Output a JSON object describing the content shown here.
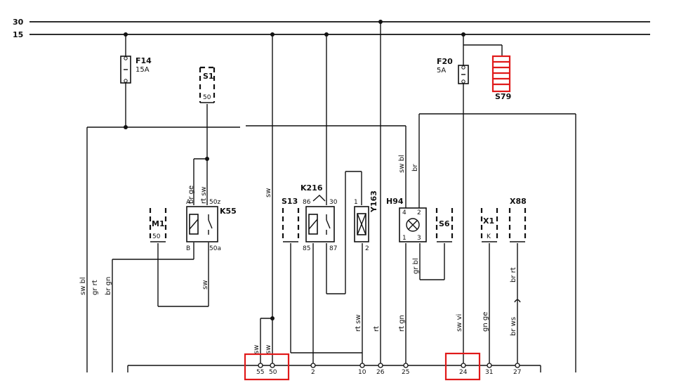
{
  "rails": [
    {
      "id": "30",
      "label": "30"
    },
    {
      "id": "15",
      "label": "15"
    }
  ],
  "fuses": {
    "f14": {
      "name": "F14",
      "rating": "15A"
    },
    "f20": {
      "name": "F20",
      "rating": "5A"
    }
  },
  "components": {
    "s1": {
      "name": "S1",
      "pin": "50"
    },
    "s79": {
      "name": "S79"
    },
    "m1": {
      "name": "M1",
      "pin": "50"
    },
    "k55": {
      "name": "K55",
      "pins": {
        "a": "A",
        "b": "B",
        "p50z": "50z",
        "p50a": "50a"
      }
    },
    "s13": {
      "name": "S13"
    },
    "k216": {
      "name": "K216",
      "pins": {
        "p86": "86",
        "p30": "30",
        "p85": "85",
        "p87": "87"
      }
    },
    "y163": {
      "name": "Y163",
      "pins": {
        "p1": "1",
        "p2": "2"
      }
    },
    "h94": {
      "name": "H94",
      "pins": {
        "p4": "4",
        "p2": "2",
        "p1": "1",
        "p3": "3"
      }
    },
    "s6": {
      "name": "S6"
    },
    "x1": {
      "name": "X1",
      "pin": "K"
    },
    "x88": {
      "name": "X88"
    }
  },
  "wire_colors": {
    "br_ge": "br ge",
    "rt_sw": "rt sw",
    "sw_k55": "sw",
    "sw_long": "sw",
    "sw_bl_h94": "sw bl",
    "br_h94": "br",
    "sw_bl_left": "sw bl",
    "gr_rt": "gr rt",
    "br_gn": "br gn",
    "gr_bl": "gr bl",
    "rt_sw_k216": "rt sw",
    "rt": "rt",
    "rt_gn": "rt gn",
    "sw_vi": "sw vi",
    "gn_ge": "gn ge",
    "br_rt": "br rt",
    "br_ws": "br ws",
    "sw_55": "sw",
    "sw_50": "sw"
  },
  "connector_pins": [
    "55",
    "50",
    "2",
    "10",
    "26",
    "25",
    "24",
    "31",
    "27"
  ],
  "highlights": {
    "stroke_color": "#e01a1a"
  }
}
